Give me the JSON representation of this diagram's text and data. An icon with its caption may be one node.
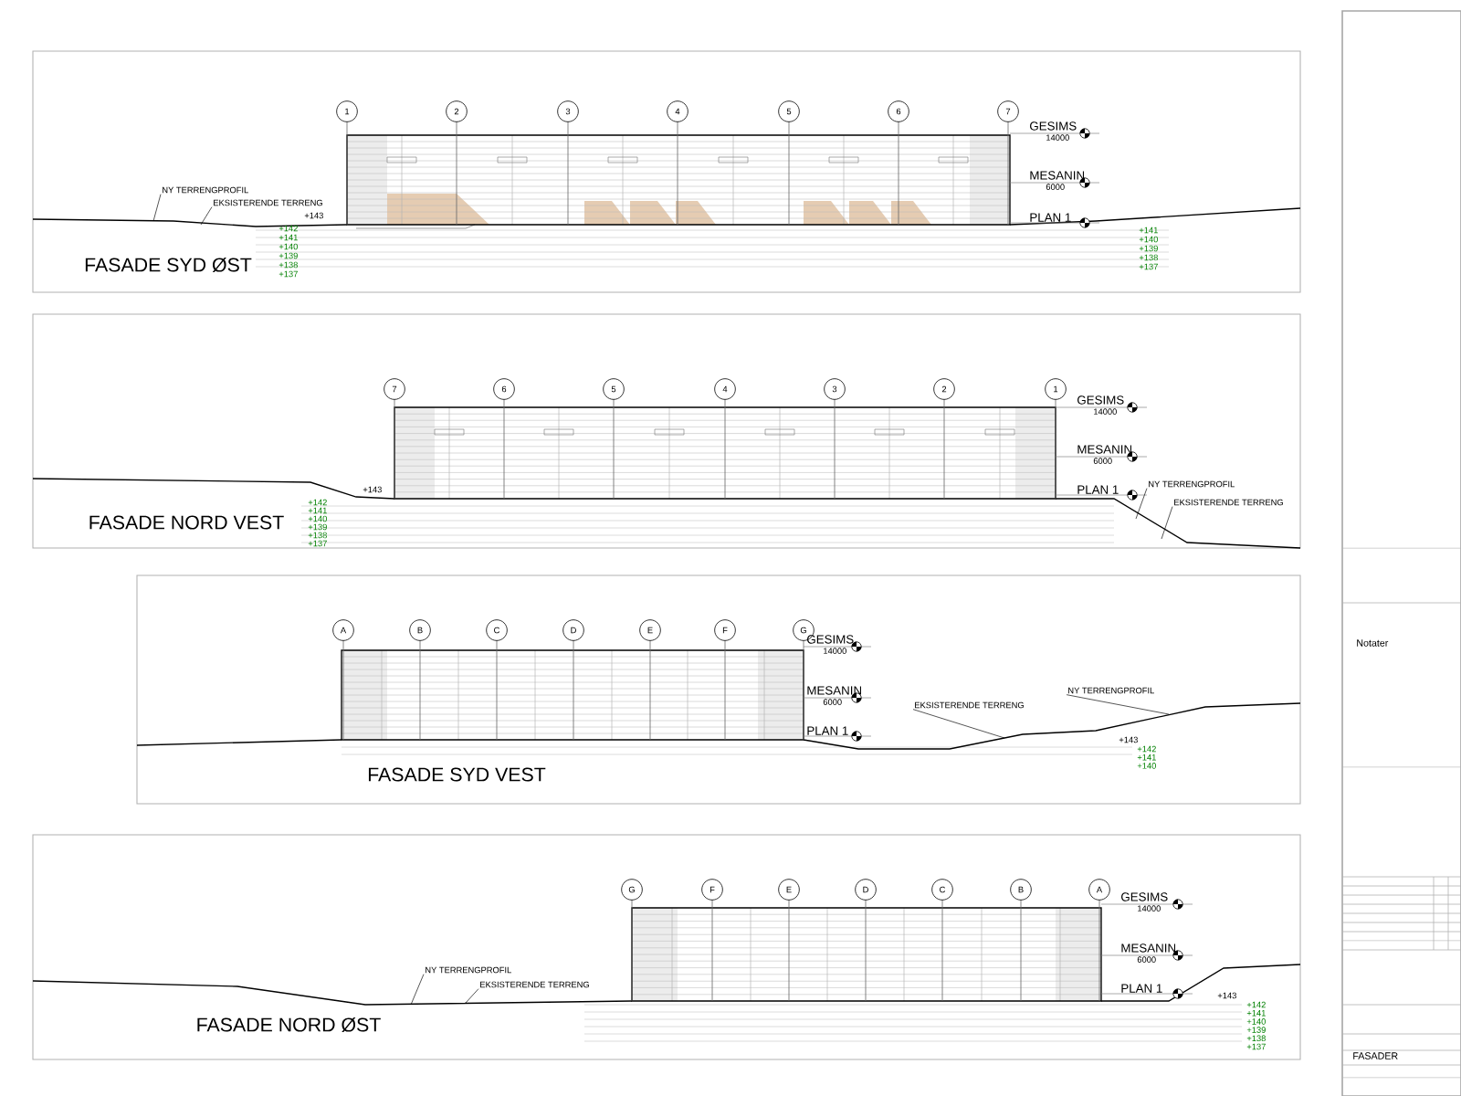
{
  "diagram": {
    "nodes": [
      {
        "text": [
          "1"
        ]
      },
      {
        "text": [
          "2"
        ]
      },
      {
        "text": [
          "3"
        ]
      },
      {
        "text": [
          "4"
        ]
      },
      {
        "text": [
          "5"
        ]
      },
      {
        "text": [
          "6"
        ]
      },
      {
        "text": [
          "7"
        ]
      },
      {
        "text": [
          "7"
        ]
      },
      {
        "text": [
          "6"
        ]
      },
      {
        "text": [
          "5"
        ]
      },
      {
        "text": [
          "4"
        ]
      },
      {
        "text": [
          "3"
        ]
      },
      {
        "text": [
          "2"
        ]
      },
      {
        "text": [
          "1"
        ]
      },
      {
        "text": [
          "A"
        ]
      },
      {
        "text": [
          "B"
        ]
      },
      {
        "text": [
          "C"
        ]
      },
      {
        "text": [
          "D"
        ]
      },
      {
        "text": [
          "E"
        ]
      },
      {
        "text": [
          "F"
        ]
      },
      {
        "text": [
          "G"
        ]
      },
      {
        "text": [
          "G"
        ]
      },
      {
        "text": [
          "F"
        ]
      },
      {
        "text": [
          "E"
        ]
      },
      {
        "text": [
          "D"
        ]
      },
      {
        "text": [
          "C"
        ]
      },
      {
        "text": [
          "B"
        ]
      },
      {
        "text": [
          "A"
        ]
      },
      {
        "text": [
          "NY TERRENGPROFIL"
        ]
      },
      {
        "text": [
          "EKSISTERENDE TERRENG"
        ]
      },
      {
        "text": [
          "NY TERRENGPROFIL"
        ]
      },
      {
        "text": [
          "EKSISTERENDE TERRENG"
        ]
      },
      {
        "text": [
          "EKSISTERENDE TERRENG"
        ]
      },
      {
        "text": [
          "NY TERRENGPROFIL"
        ]
      },
      {
        "text": [
          "NY TERRENGPROFIL"
        ]
      },
      {
        "text": [
          "EKSISTERENDE TERRENG"
        ]
      }
    ],
    "edges": [
      {
        "from": 28,
        "to": null,
        "arrow": "none"
      },
      {
        "from": 29,
        "to": null,
        "arrow": "none"
      },
      {
        "from": 30,
        "to": null,
        "arrow": "none"
      },
      {
        "from": 31,
        "to": null,
        "arrow": "none"
      },
      {
        "from": 32,
        "to": null,
        "arrow": "none"
      },
      {
        "from": 33,
        "to": null,
        "arrow": "none"
      },
      {
        "from": 34,
        "to": null,
        "arrow": "none"
      },
      {
        "from": 35,
        "to": null,
        "arrow": "none"
      }
    ],
    "labels": [
      "GESIMS",
      "14000",
      "MESANIN",
      "6000",
      "PLAN 1",
      "+143",
      "+142",
      "+141",
      "+140",
      "+139",
      "+138",
      "+137",
      "+141",
      "+140",
      "+139",
      "+138",
      "+137",
      "FASADE SYD ØST",
      "GESIMS",
      "14000",
      "MESANIN",
      "6000",
      "PLAN 1",
      "+143",
      "+142",
      "+141",
      "+140",
      "+139",
      "+138",
      "+137",
      "FASADE NORD VEST",
      "GESIMS",
      "14000",
      "MESANIN",
      "6000",
      "PLAN 1",
      "+143",
      "+142",
      "+141",
      "+140",
      "FASADE SYD VEST",
      "GESIMS",
      "14000",
      "MESANIN",
      "6000",
      "PLAN 1",
      "+143",
      "+142",
      "+141",
      "+140",
      "+139",
      "+138",
      "+137",
      "FASADE NORD ØST",
      "Notater",
      "FASADER"
    ]
  }
}
